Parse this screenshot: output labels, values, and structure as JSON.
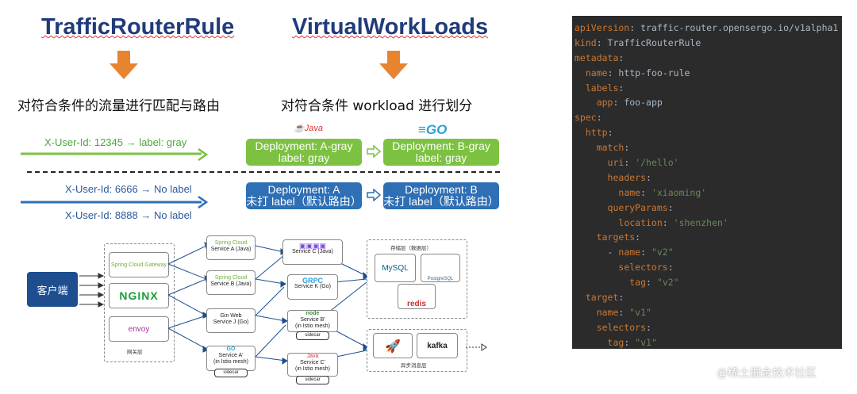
{
  "left_panel": {
    "title": "TrafficRouterRule",
    "subtitle": "对符合条件的流量进行匹配与路由",
    "routes": [
      {
        "label": "X-User-Id: 12345 → label: gray",
        "color": "#4aa83a"
      },
      {
        "label": "X-User-Id: 6666 → No label",
        "color": "#2c5a9a"
      },
      {
        "label": "X-User-Id: 8888 → No label",
        "color": "#2c5a9a"
      }
    ]
  },
  "middle_panel": {
    "title": "VirtualWorkLoads",
    "subtitle": "对符合条件 workload 进行划分",
    "java_logo": "Java",
    "go_logo": "GO",
    "gray_row": [
      {
        "line1": "Deployment: A-gray",
        "line2": "label: gray"
      },
      {
        "line1": "Deployment: B-gray",
        "line2": "label: gray"
      }
    ],
    "default_row": [
      {
        "line1": "Deployment: A",
        "line2": "未打 label（默认路由）"
      },
      {
        "line1": "Deployment: B",
        "line2": "未打 label（默认路由）"
      }
    ]
  },
  "architecture": {
    "client": "客户端",
    "gateway_layer": "网关层",
    "gateways": [
      "Spring Cloud Gateway",
      "NGINX",
      "envoy"
    ],
    "services_col1": [
      {
        "tech": "Spring Cloud",
        "name": "Service A (Java)"
      },
      {
        "tech": "Spring Cloud",
        "name": "Service B (Java)"
      },
      {
        "tech": "Gin Web",
        "name": "Service J (Go)"
      },
      {
        "tech": "GO",
        "name": "Service A'",
        "sub": "(in Istio mesh)",
        "sidecar": "sidecar"
      }
    ],
    "services_col2": [
      {
        "tech": "",
        "name": "Service C (Java)"
      },
      {
        "tech": "GRPC",
        "name": "Service K (Go)"
      },
      {
        "tech": "node",
        "name": "Service B'",
        "sub": "(in Istio mesh)",
        "sidecar": "sidecar"
      },
      {
        "tech": "Java",
        "name": "Service C'",
        "sub": "(in Istio mesh)",
        "sidecar": "sidecar"
      }
    ],
    "storage_layer": "存储层（数据层）",
    "storage": [
      "MySQL",
      "PostgreSQL",
      "redis"
    ],
    "mq_layer": "异步消息层",
    "mq": [
      "kafka"
    ]
  },
  "code": {
    "lines": [
      [
        [
          "k",
          "apiVersion"
        ],
        [
          "v",
          ": traffic-router.opensergo.io/v1alpha1"
        ]
      ],
      [
        [
          "k",
          "kind"
        ],
        [
          "v",
          ": TrafficRouterRule"
        ]
      ],
      [
        [
          "k",
          "metadata"
        ],
        [
          "v",
          ":"
        ]
      ],
      [
        [
          "v",
          "  "
        ],
        [
          "k",
          "name"
        ],
        [
          "v",
          ": http-foo-rule"
        ]
      ],
      [
        [
          "v",
          "  "
        ],
        [
          "k",
          "labels"
        ],
        [
          "v",
          ":"
        ]
      ],
      [
        [
          "v",
          "    "
        ],
        [
          "k",
          "app"
        ],
        [
          "v",
          ": foo-app"
        ]
      ],
      [
        [
          "k",
          "spec"
        ],
        [
          "v",
          ":"
        ]
      ],
      [
        [
          "v",
          "  "
        ],
        [
          "k",
          "http"
        ],
        [
          "v",
          ":"
        ]
      ],
      [
        [
          "v",
          "    "
        ],
        [
          "k",
          "match"
        ],
        [
          "v",
          ":"
        ]
      ],
      [
        [
          "v",
          "      "
        ],
        [
          "k",
          "uri"
        ],
        [
          "v",
          ": "
        ],
        [
          "s",
          "'/hello'"
        ]
      ],
      [
        [
          "v",
          "      "
        ],
        [
          "k",
          "headers"
        ],
        [
          "v",
          ":"
        ]
      ],
      [
        [
          "v",
          "        "
        ],
        [
          "k",
          "name"
        ],
        [
          "v",
          ": "
        ],
        [
          "s",
          "'xiaoming'"
        ]
      ],
      [
        [
          "v",
          "      "
        ],
        [
          "k",
          "queryParams"
        ],
        [
          "v",
          ":"
        ]
      ],
      [
        [
          "v",
          "        "
        ],
        [
          "k",
          "location"
        ],
        [
          "v",
          ": "
        ],
        [
          "s",
          "'shenzhen'"
        ]
      ],
      [
        [
          "v",
          "    "
        ],
        [
          "k",
          "targets"
        ],
        [
          "v",
          ":"
        ]
      ],
      [
        [
          "v",
          "      - "
        ],
        [
          "k",
          "name"
        ],
        [
          "v",
          ": "
        ],
        [
          "s",
          "\"v2\""
        ]
      ],
      [
        [
          "v",
          "        "
        ],
        [
          "k",
          "selectors"
        ],
        [
          "v",
          ":"
        ]
      ],
      [
        [
          "v",
          "          "
        ],
        [
          "k",
          "tag"
        ],
        [
          "v",
          ": "
        ],
        [
          "s",
          "\"v2\""
        ]
      ],
      [
        [
          "v",
          "  "
        ],
        [
          "k",
          "target"
        ],
        [
          "v",
          ":"
        ]
      ],
      [
        [
          "v",
          "    "
        ],
        [
          "k",
          "name"
        ],
        [
          "v",
          ": "
        ],
        [
          "s",
          "\"v1\""
        ]
      ],
      [
        [
          "v",
          "    "
        ],
        [
          "k",
          "selectors"
        ],
        [
          "v",
          ":"
        ]
      ],
      [
        [
          "v",
          "      "
        ],
        [
          "k",
          "tag"
        ],
        [
          "v",
          ": "
        ],
        [
          "s",
          "\"v1\""
        ]
      ]
    ]
  },
  "watermark": "@稀土掘金技术社区",
  "colors": {
    "arrow_orange": "#e8842f",
    "green": "#7dc142",
    "blue": "#2e6fb5",
    "title": "#1f3b7a",
    "code_bg": "#2b2b2b"
  }
}
